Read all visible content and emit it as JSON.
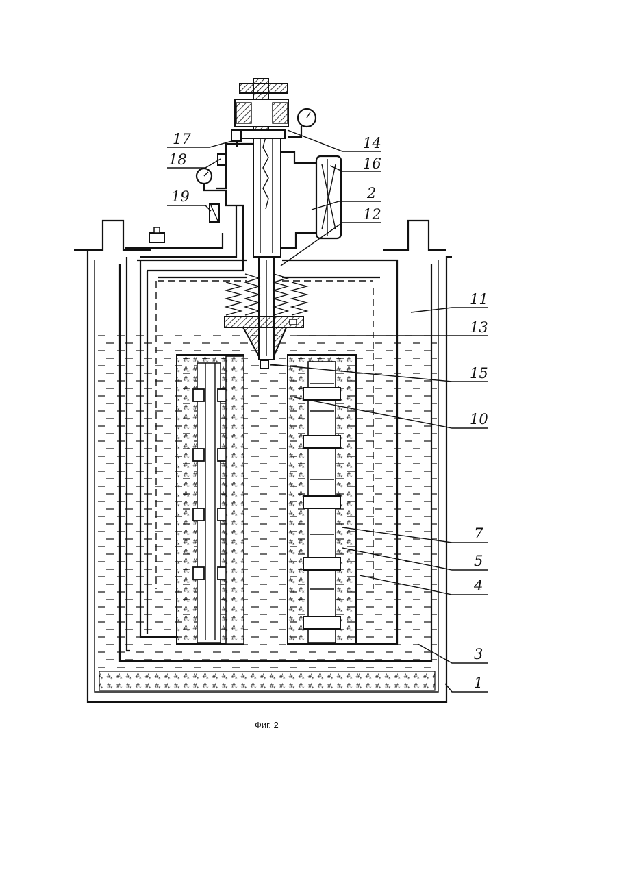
{
  "caption": "Фиг. 2",
  "labels": [
    "17",
    "18",
    "19",
    "14",
    "16",
    "2",
    "12",
    "11",
    "13",
    "15",
    "10",
    "7",
    "5",
    "4",
    "3",
    "1"
  ]
}
